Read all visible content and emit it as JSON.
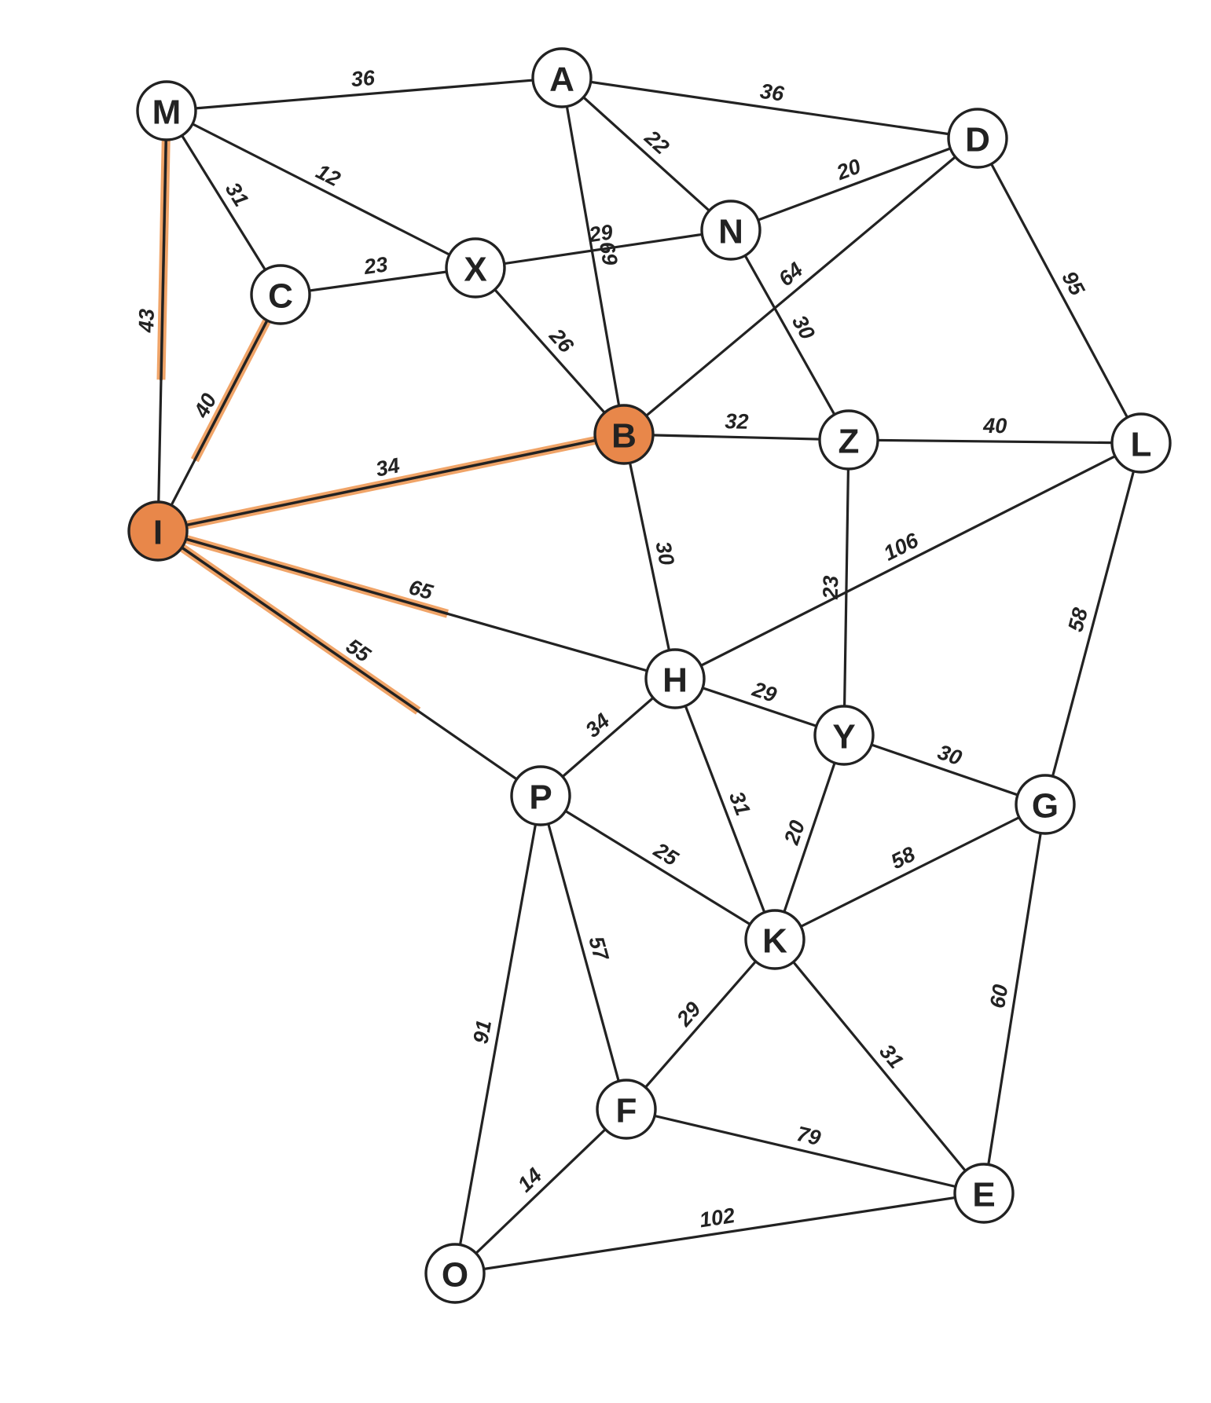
{
  "colors": {
    "highlight_fill": "#e8874a",
    "highlight_glow": "#f0a060",
    "node_fill": "#ffffff",
    "line": "#222222"
  },
  "nodes": [
    {
      "id": "M",
      "label": "M",
      "highlighted": false
    },
    {
      "id": "A",
      "label": "A",
      "highlighted": false
    },
    {
      "id": "D",
      "label": "D",
      "highlighted": false
    },
    {
      "id": "N",
      "label": "N",
      "highlighted": false
    },
    {
      "id": "X",
      "label": "X",
      "highlighted": false
    },
    {
      "id": "C",
      "label": "C",
      "highlighted": false
    },
    {
      "id": "B",
      "label": "B",
      "highlighted": true
    },
    {
      "id": "Z",
      "label": "Z",
      "highlighted": false
    },
    {
      "id": "L",
      "label": "L",
      "highlighted": false
    },
    {
      "id": "I",
      "label": "I",
      "highlighted": true
    },
    {
      "id": "H",
      "label": "H",
      "highlighted": false
    },
    {
      "id": "Y",
      "label": "Y",
      "highlighted": false
    },
    {
      "id": "G",
      "label": "G",
      "highlighted": false
    },
    {
      "id": "P",
      "label": "P",
      "highlighted": false
    },
    {
      "id": "K",
      "label": "K",
      "highlighted": false
    },
    {
      "id": "F",
      "label": "F",
      "highlighted": false
    },
    {
      "id": "E",
      "label": "E",
      "highlighted": false
    },
    {
      "id": "O",
      "label": "O",
      "highlighted": false
    }
  ],
  "edges": [
    {
      "from": "M",
      "to": "A",
      "weight": "36",
      "highlight": 0
    },
    {
      "from": "A",
      "to": "D",
      "weight": "36",
      "highlight": 0
    },
    {
      "from": "M",
      "to": "C",
      "weight": "31",
      "highlight": 0
    },
    {
      "from": "M",
      "to": "X",
      "weight": "12",
      "highlight": 0
    },
    {
      "from": "M",
      "to": "I",
      "weight": "43",
      "highlight": 0.64
    },
    {
      "from": "A",
      "to": "N",
      "weight": "22",
      "highlight": 0
    },
    {
      "from": "A",
      "to": "B",
      "weight": "69",
      "highlight": 0
    },
    {
      "from": "N",
      "to": "D",
      "weight": "20",
      "highlight": 0
    },
    {
      "from": "X",
      "to": "N",
      "weight": "29",
      "highlight": 0
    },
    {
      "from": "C",
      "to": "X",
      "weight": "23",
      "highlight": 0
    },
    {
      "from": "X",
      "to": "B",
      "weight": "26",
      "highlight": 0
    },
    {
      "from": "D",
      "to": "B",
      "weight": "64",
      "highlight": 0
    },
    {
      "from": "D",
      "to": "L",
      "weight": "95",
      "highlight": 0
    },
    {
      "from": "N",
      "to": "Z",
      "weight": "30",
      "highlight": 0
    },
    {
      "from": "C",
      "to": "I",
      "weight": "40",
      "highlight": 0.7
    },
    {
      "from": "B",
      "to": "Z",
      "weight": "32",
      "highlight": 0
    },
    {
      "from": "Z",
      "to": "L",
      "weight": "40",
      "highlight": 0
    },
    {
      "from": "I",
      "to": "B",
      "weight": "34",
      "highlight": 1
    },
    {
      "from": "B",
      "to": "H",
      "weight": "30",
      "highlight": 0
    },
    {
      "from": "Z",
      "to": "Y",
      "weight": "23",
      "highlight": 0
    },
    {
      "from": "L",
      "to": "H",
      "weight": "106",
      "highlight": 0
    },
    {
      "from": "L",
      "to": "G",
      "weight": "58",
      "highlight": 0
    },
    {
      "from": "I",
      "to": "H",
      "weight": "65",
      "highlight": 0.56
    },
    {
      "from": "I",
      "to": "P",
      "weight": "55",
      "highlight": 0.68
    },
    {
      "from": "H",
      "to": "Y",
      "weight": "29",
      "highlight": 0
    },
    {
      "from": "H",
      "to": "P",
      "weight": "34",
      "highlight": 0
    },
    {
      "from": "H",
      "to": "K",
      "weight": "31",
      "highlight": 0
    },
    {
      "from": "Y",
      "to": "G",
      "weight": "30",
      "highlight": 0
    },
    {
      "from": "Y",
      "to": "K",
      "weight": "20",
      "highlight": 0
    },
    {
      "from": "G",
      "to": "K",
      "weight": "58",
      "highlight": 0
    },
    {
      "from": "P",
      "to": "K",
      "weight": "25",
      "highlight": 0
    },
    {
      "from": "P",
      "to": "F",
      "weight": "57",
      "highlight": 0
    },
    {
      "from": "P",
      "to": "O",
      "weight": "91",
      "highlight": 0
    },
    {
      "from": "K",
      "to": "F",
      "weight": "29",
      "highlight": 0
    },
    {
      "from": "K",
      "to": "E",
      "weight": "31",
      "highlight": 0
    },
    {
      "from": "G",
      "to": "E",
      "weight": "60",
      "highlight": 0
    },
    {
      "from": "F",
      "to": "E",
      "weight": "79",
      "highlight": 0
    },
    {
      "from": "F",
      "to": "O",
      "weight": "14",
      "highlight": 0
    },
    {
      "from": "O",
      "to": "E",
      "weight": "102",
      "highlight": 0
    }
  ]
}
